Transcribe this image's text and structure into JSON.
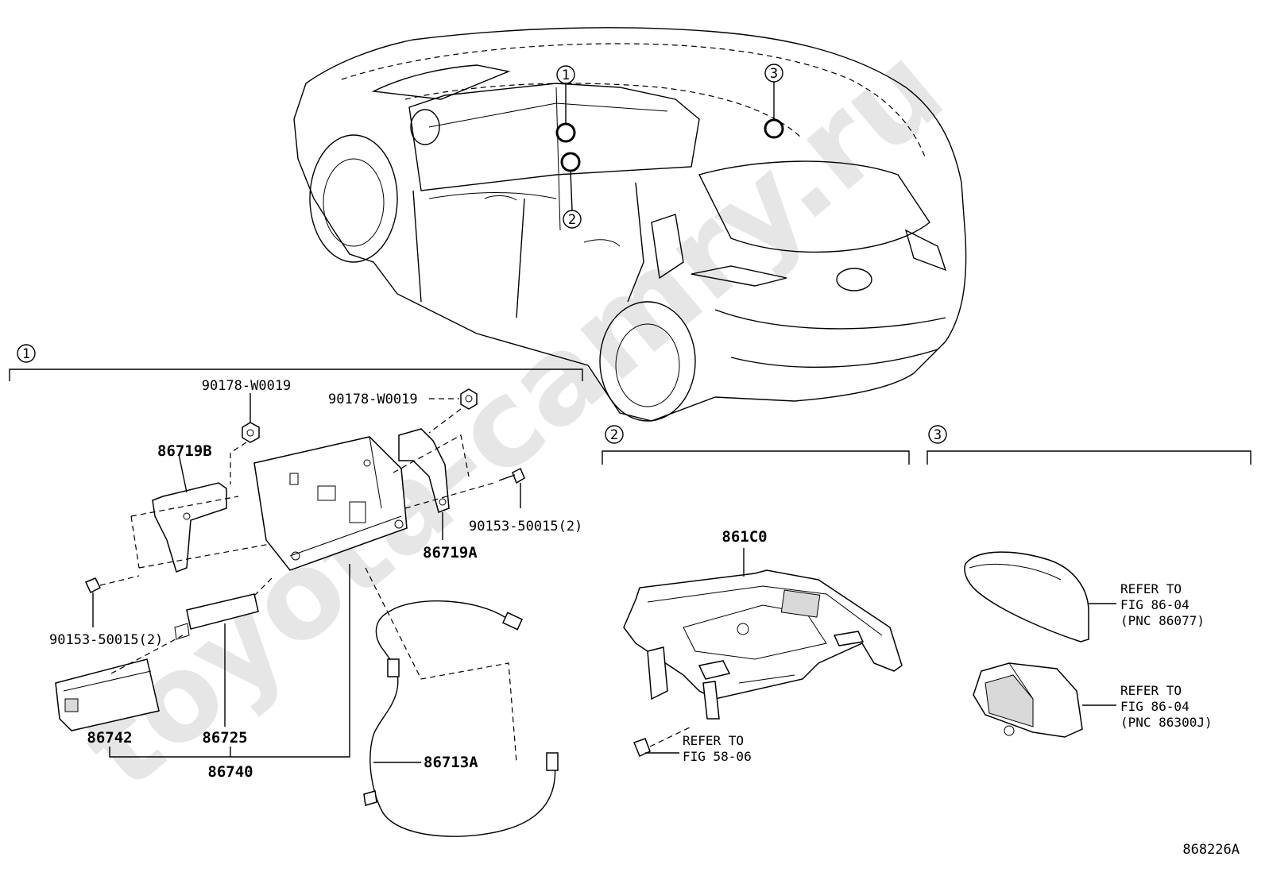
{
  "watermark": "toyota-camry.ru",
  "diagram_id": "868226A",
  "markers": {
    "m1": "1",
    "m2": "2",
    "m3": "3"
  },
  "section1": {
    "label": "1",
    "parts": {
      "nut_top": "90178-W0019",
      "nut_right": "90178-W0019",
      "bracket_b": "86719B",
      "bracket_a": "86719A",
      "bolt_right": "90153-50015(2)",
      "bolt_left": "90153-50015(2)",
      "receiver": "86742",
      "antenna": "86725",
      "assembly": "86740",
      "cable": "86713A"
    }
  },
  "section2": {
    "label": "2",
    "parts": {
      "console": "861C0",
      "ref_line1": "REFER TO",
      "ref_line2": "FIG 58-06"
    }
  },
  "section3": {
    "label": "3",
    "ref_a": {
      "line1": "REFER TO",
      "line2": "FIG 86-04",
      "line3": "(PNC 86077)"
    },
    "ref_b": {
      "line1": "REFER TO",
      "line2": "FIG 86-04",
      "line3": "(PNC 86300J)"
    }
  }
}
